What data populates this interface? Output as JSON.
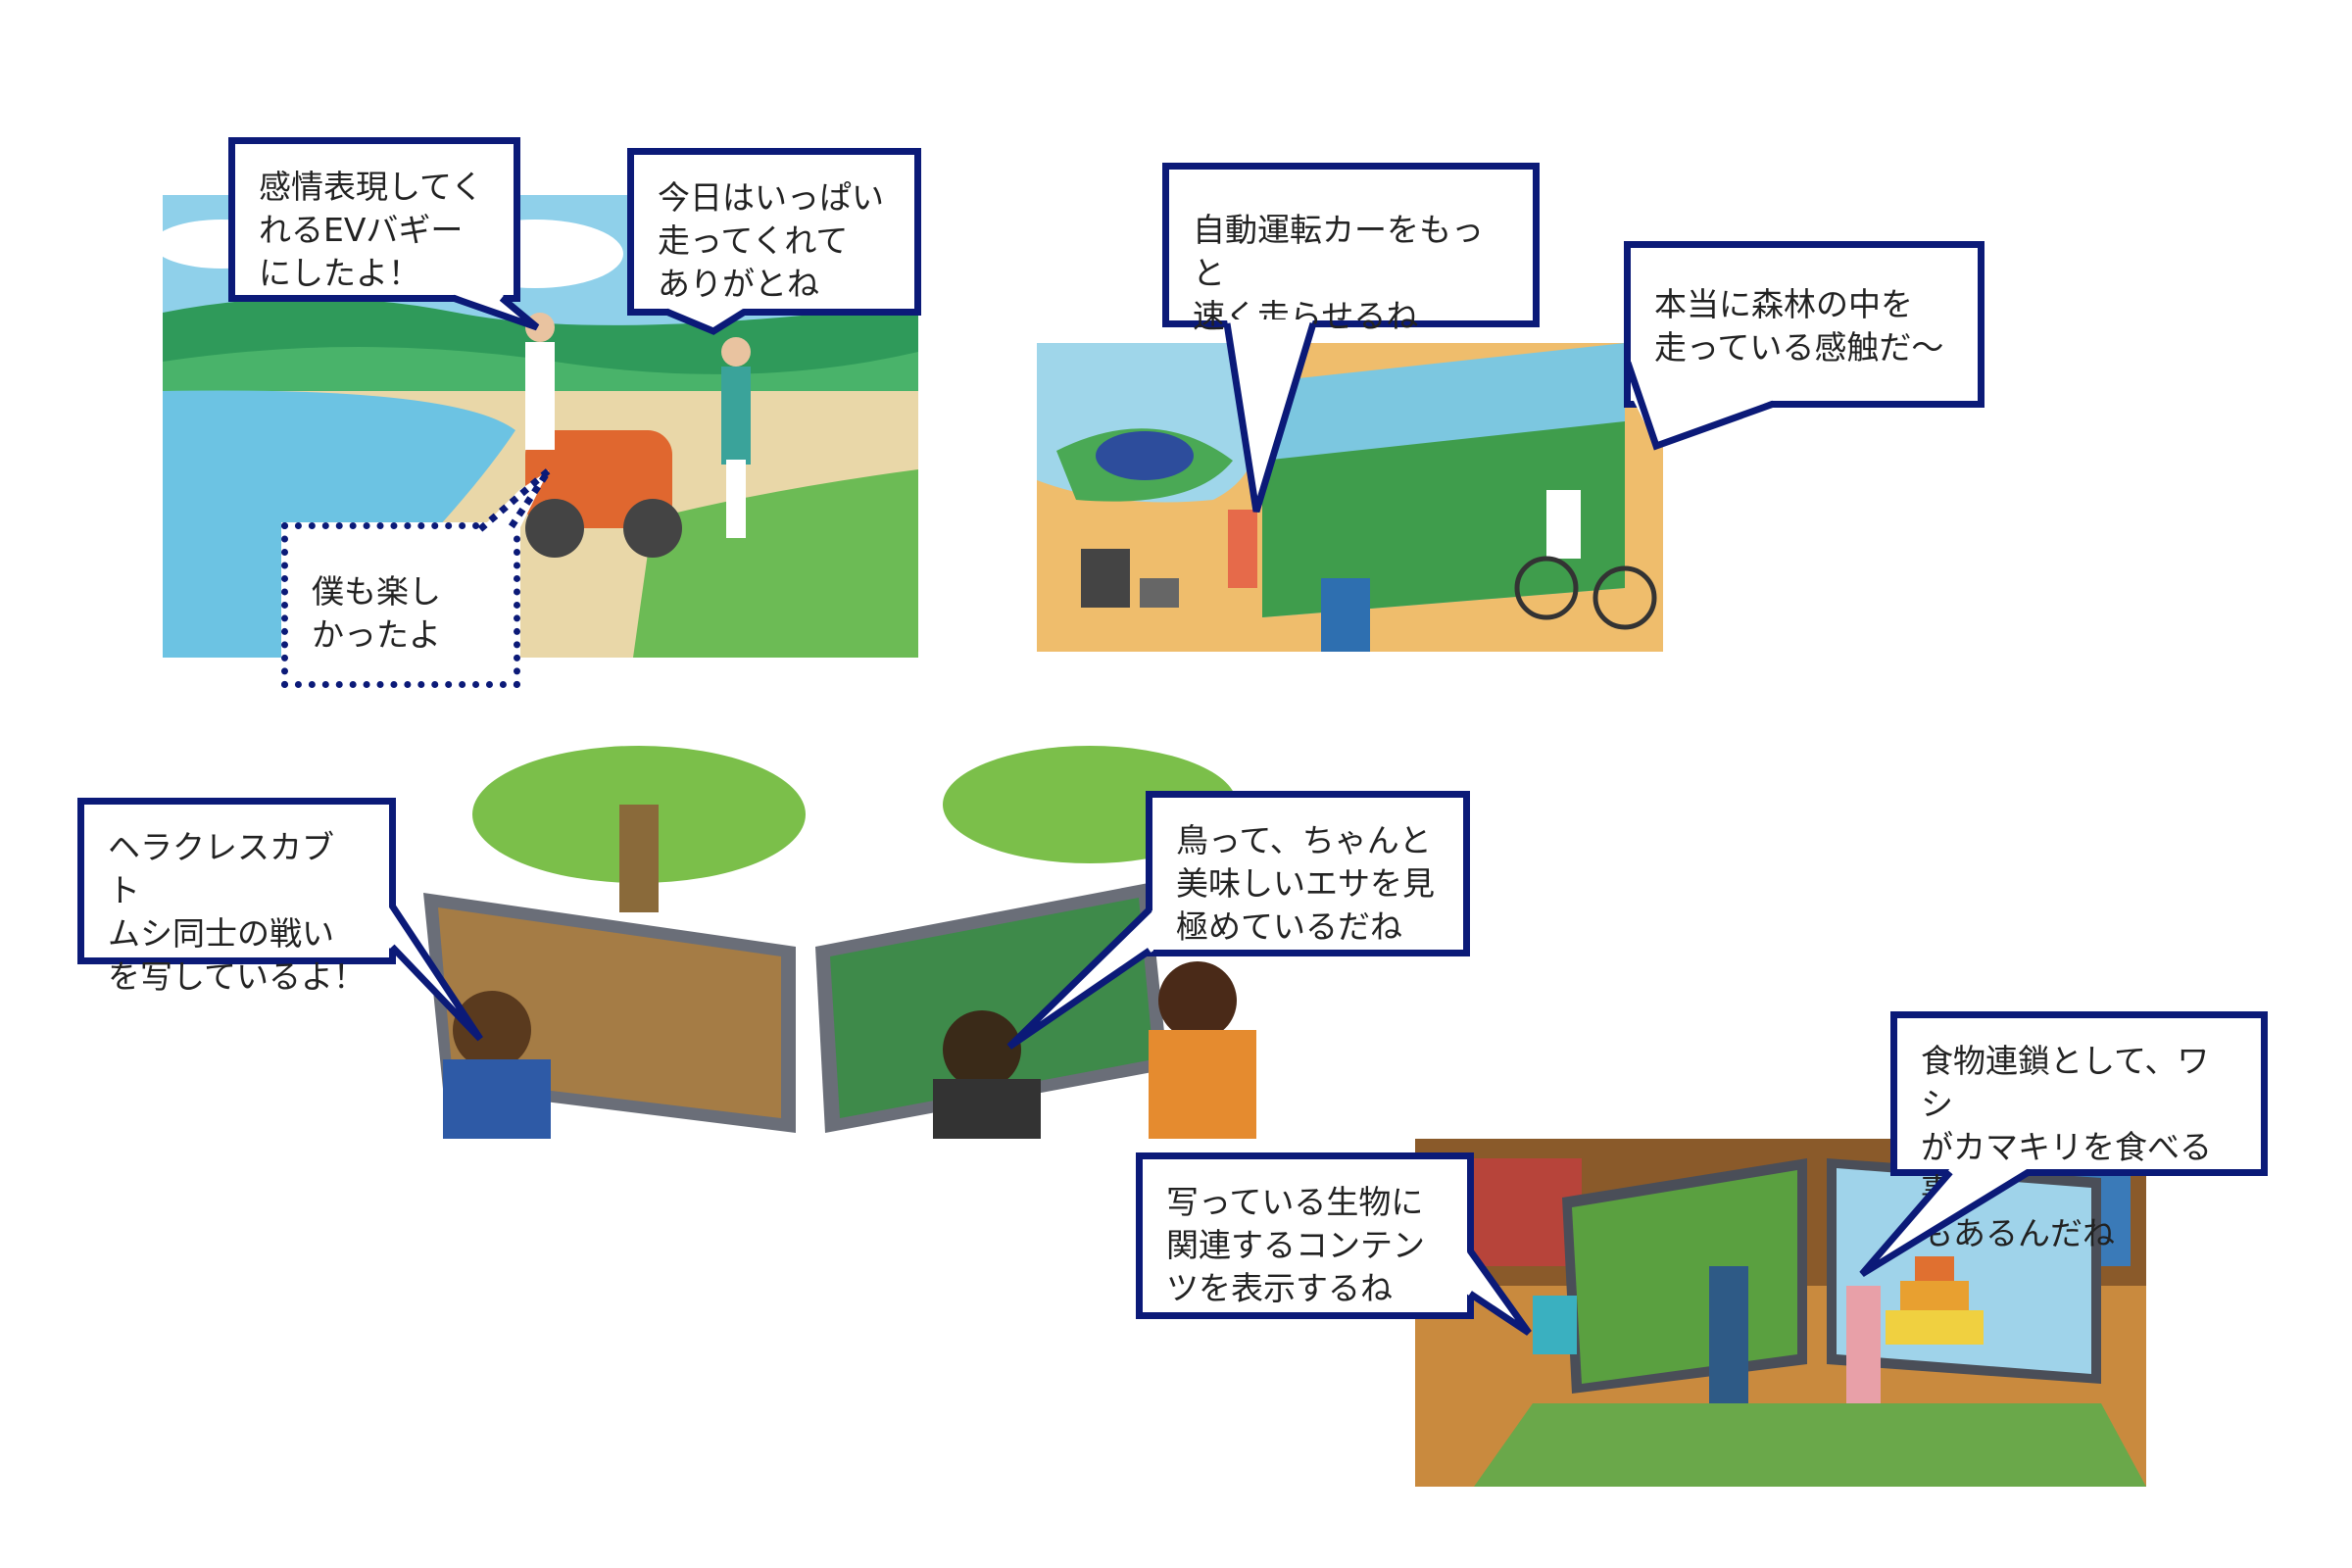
{
  "scenes": [
    {
      "name": "ev-buggy-lakeside",
      "bubbles": [
        "感情表現してく\nれるEVバギー\nにしたよ！",
        "今日はいっぱい\n走ってくれて\nありがとね",
        "僕も楽し\nかったよ"
      ]
    },
    {
      "name": "forest-cycling-screen",
      "bubbles": [
        "自動運転カーをもっと\n速く走らせるね",
        "本当に森林の中を\n走っている感触だ～"
      ]
    },
    {
      "name": "drone-insect-bird-screens",
      "bubbles": [
        "ヘラクレスカブト\nムシ同士の戦い\nを写しているよ！",
        "鳥って、ちゃんと\n美味しいエサを見\n極めているだね"
      ]
    },
    {
      "name": "library-food-chain",
      "bubbles": [
        "食物連鎖として、ワシ\nがカマキリを食べる事\nもあるんだね",
        "写っている生物に\n関連するコンテン\nツを表示するね"
      ]
    }
  ],
  "colors": {
    "bubble_border": "#0b1a78",
    "sky": "#7cc6e6",
    "grass": "#5fb45a",
    "sand": "#efc27a"
  }
}
